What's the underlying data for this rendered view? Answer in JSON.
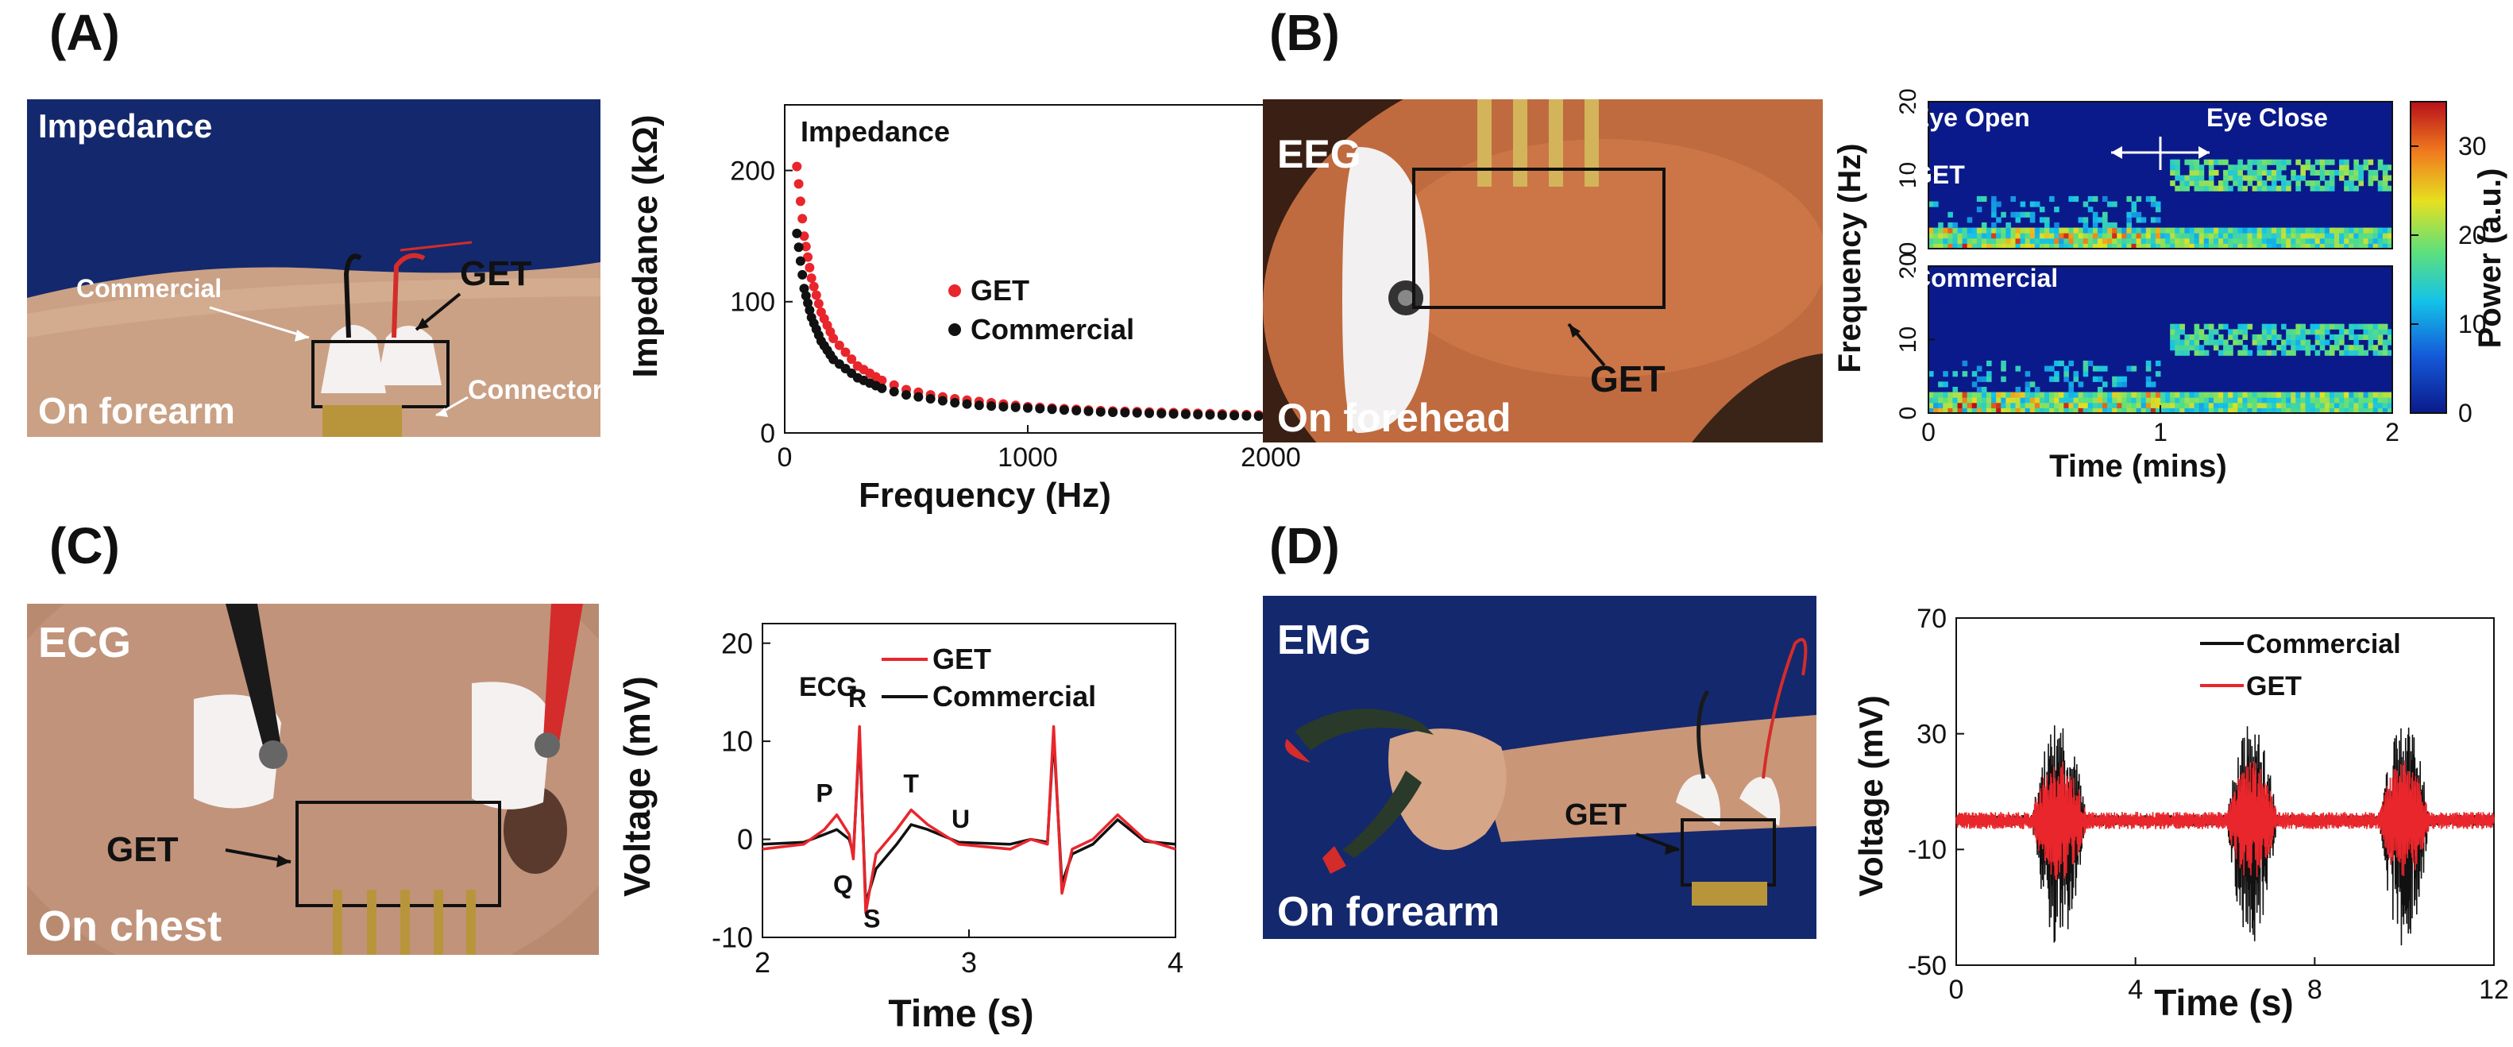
{
  "panels": {
    "a": {
      "letter": "(A)",
      "photo": {
        "title": "Impedance",
        "label_commercial": "Commercial",
        "label_get": "GET",
        "label_connector": "Connector",
        "location": "On forearm"
      },
      "chart": {
        "legend_get": "GET",
        "legend_commercial": "Commercial"
      }
    },
    "b": {
      "letter": "(B)",
      "photo": {
        "title": "EEG",
        "label_get": "GET",
        "location": "On forehead"
      },
      "chart": {
        "label_eye_open": "Eye Open",
        "label_eye_close": "Eye Close",
        "label_get": "GET",
        "label_commercial": "Commercial"
      }
    },
    "c": {
      "letter": "(C)",
      "photo": {
        "title": "ECG",
        "label_get": "GET",
        "location": "On chest"
      },
      "chart": {
        "legend_get": "GET",
        "legend_commercial": "Commercial"
      }
    },
    "d": {
      "letter": "(D)",
      "photo": {
        "title": "EMG",
        "label_get": "GET",
        "location": "On forearm"
      },
      "chart": {
        "legend_commercial": "Commercial",
        "legend_get": "GET"
      }
    }
  },
  "colors": {
    "get": "#e8262b",
    "commercial": "#111111",
    "photo_blue": "#14286e",
    "skin": "#c99678"
  },
  "chart_data": [
    {
      "type": "scatter",
      "title": "",
      "annotation": "Impedance",
      "xlabel": "Frequency (Hz)",
      "ylabel": "Impedance (kΩ)",
      "xlim": [
        0,
        2000
      ],
      "ylim": [
        0,
        250
      ],
      "xticks": [
        "0",
        "1000",
        "2000"
      ],
      "yticks": [
        "0",
        "100",
        "200"
      ],
      "legend_position": "center-right",
      "x": [
        50,
        80,
        110,
        150,
        200,
        300,
        400,
        500,
        600,
        700,
        800,
        900,
        1000,
        1100,
        1200,
        1300,
        1400,
        1500,
        1600,
        1700,
        1800,
        1900,
        2000
      ],
      "series": [
        {
          "name": "GET",
          "values": [
            203,
            150,
            118,
            92,
            72,
            51,
            40,
            33,
            29,
            26,
            24,
            22,
            20,
            19,
            18,
            17,
            16.5,
            16,
            15.5,
            15,
            14.5,
            14,
            13.5
          ]
        },
        {
          "name": "Commercial",
          "values": [
            152,
            110,
            88,
            70,
            56,
            42,
            34,
            29,
            26,
            23,
            21,
            20,
            19,
            18,
            17,
            16,
            15.5,
            15,
            14.5,
            14,
            13.5,
            13,
            12.5
          ]
        }
      ]
    },
    {
      "type": "heatmap",
      "title": "",
      "xlabel": "Time (mins)",
      "ylabel": "Frequency (Hz)",
      "colorbar_label": "Power (a.u.)",
      "xlim": [
        0,
        2
      ],
      "ylim": [
        0,
        20
      ],
      "clim": [
        0,
        35
      ],
      "xticks": [
        "0",
        "1",
        "2"
      ],
      "yticks": [
        "0",
        "10",
        "20"
      ],
      "colorbar_ticks": [
        "0",
        "10",
        "20",
        "30"
      ],
      "subplots": [
        {
          "name": "GET",
          "eye_open_power": 6,
          "eye_close_alpha_band_hz": [
            8,
            12
          ],
          "eye_close_alpha_power": 18
        },
        {
          "name": "Commercial",
          "eye_open_power": 6,
          "eye_close_alpha_band_hz": [
            8,
            12
          ],
          "eye_close_alpha_power": 16
        }
      ],
      "transition_time_mins": 1
    },
    {
      "type": "line",
      "title": "",
      "annotation": "ECG",
      "xlabel": "Time (s)",
      "ylabel": "Voltage (mV)",
      "xlim": [
        2,
        4
      ],
      "ylim": [
        -10,
        22
      ],
      "xticks": [
        "2",
        "3",
        "4"
      ],
      "yticks": [
        "-10",
        "0",
        "10",
        "20"
      ],
      "legend_position": "top-right",
      "waves": [
        "P",
        "Q",
        "R",
        "S",
        "T",
        "U"
      ],
      "series": [
        {
          "name": "GET",
          "x": [
            2.0,
            2.2,
            2.3,
            2.36,
            2.42,
            2.44,
            2.47,
            2.5,
            2.55,
            2.65,
            2.72,
            2.8,
            2.95,
            3.2,
            3.3,
            3.38,
            3.41,
            3.45,
            3.5,
            3.6,
            3.72,
            3.85,
            4.0
          ],
          "values": [
            -1,
            -0.5,
            1,
            2.5,
            0.5,
            -2,
            11.5,
            -7.5,
            -1.5,
            1,
            3,
            1.5,
            -0.5,
            -1,
            0,
            -0.5,
            11.5,
            -5.5,
            -1,
            0,
            2.5,
            0,
            -1
          ]
        },
        {
          "name": "Commercial",
          "x": [
            2.0,
            2.2,
            2.3,
            2.36,
            2.42,
            2.44,
            2.47,
            2.5,
            2.55,
            2.65,
            2.72,
            2.8,
            2.95,
            3.2,
            3.3,
            3.38,
            3.41,
            3.45,
            3.5,
            3.6,
            3.72,
            3.85,
            4.0
          ],
          "values": [
            -0.5,
            -0.3,
            0.5,
            1,
            0,
            -1.5,
            10.5,
            -6.5,
            -3,
            -0.5,
            1.5,
            1,
            -0.3,
            -0.5,
            0,
            -0.3,
            10.5,
            -4.5,
            -1.5,
            -0.5,
            2,
            -0.2,
            -0.5
          ]
        }
      ]
    },
    {
      "type": "line",
      "title": "",
      "xlabel": "Time (s)",
      "ylabel": "Voltage (mV)",
      "xlim": [
        0,
        12
      ],
      "ylim": [
        -50,
        70
      ],
      "xticks": [
        "0",
        "4",
        "8",
        "12"
      ],
      "yticks": [
        "-50",
        "-10",
        "30",
        "70"
      ],
      "legend_position": "top-right",
      "bursts": [
        {
          "center_s": 2.3,
          "width_s": 1.2
        },
        {
          "center_s": 6.6,
          "width_s": 1.1
        },
        {
          "center_s": 10.0,
          "width_s": 1.1
        }
      ],
      "series": [
        {
          "name": "Commercial",
          "baseline_mV": 0,
          "baseline_noise_mV": 2,
          "burst_peak_mV": 32,
          "burst_trough_mV": -42
        },
        {
          "name": "GET",
          "baseline_mV": 0,
          "baseline_noise_mV": 3,
          "burst_peak_mV": 18,
          "burst_trough_mV": -18
        }
      ]
    }
  ]
}
